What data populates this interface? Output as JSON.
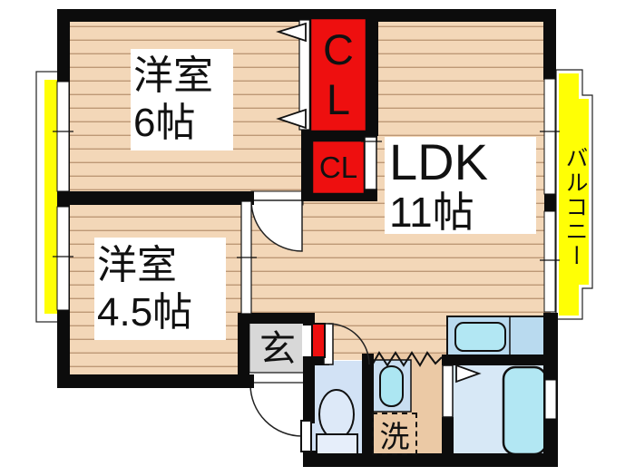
{
  "rooms": {
    "western_room_6": {
      "name": "洋室",
      "area": "6帖"
    },
    "western_room_45": {
      "name": "洋室",
      "area": "4.5帖"
    },
    "ldk": {
      "name": "LDK",
      "area": "11帖"
    },
    "closet_large": {
      "letter1": "C",
      "letter2": "L"
    },
    "closet_small": {
      "label": "CL"
    },
    "genkan": {
      "label": "玄"
    },
    "laundry_space": {
      "label": "洗"
    },
    "balcony": {
      "label": "バルコニー"
    }
  },
  "colors": {
    "wall": "#0c0c0c",
    "wood_floor": "#f3d7b8",
    "wood_stripe": "#ab8260",
    "service_floor": "#ebc9a5",
    "entry_tile": "#d8d8d8",
    "wet_floor": "#d7e8f6",
    "fixture_cyan": "#b2e7f3",
    "counter_blue": "#b9daef",
    "closet_red": "#ee0f0f",
    "balcony_yellow": "#ffff05",
    "label_text": "#111111"
  }
}
